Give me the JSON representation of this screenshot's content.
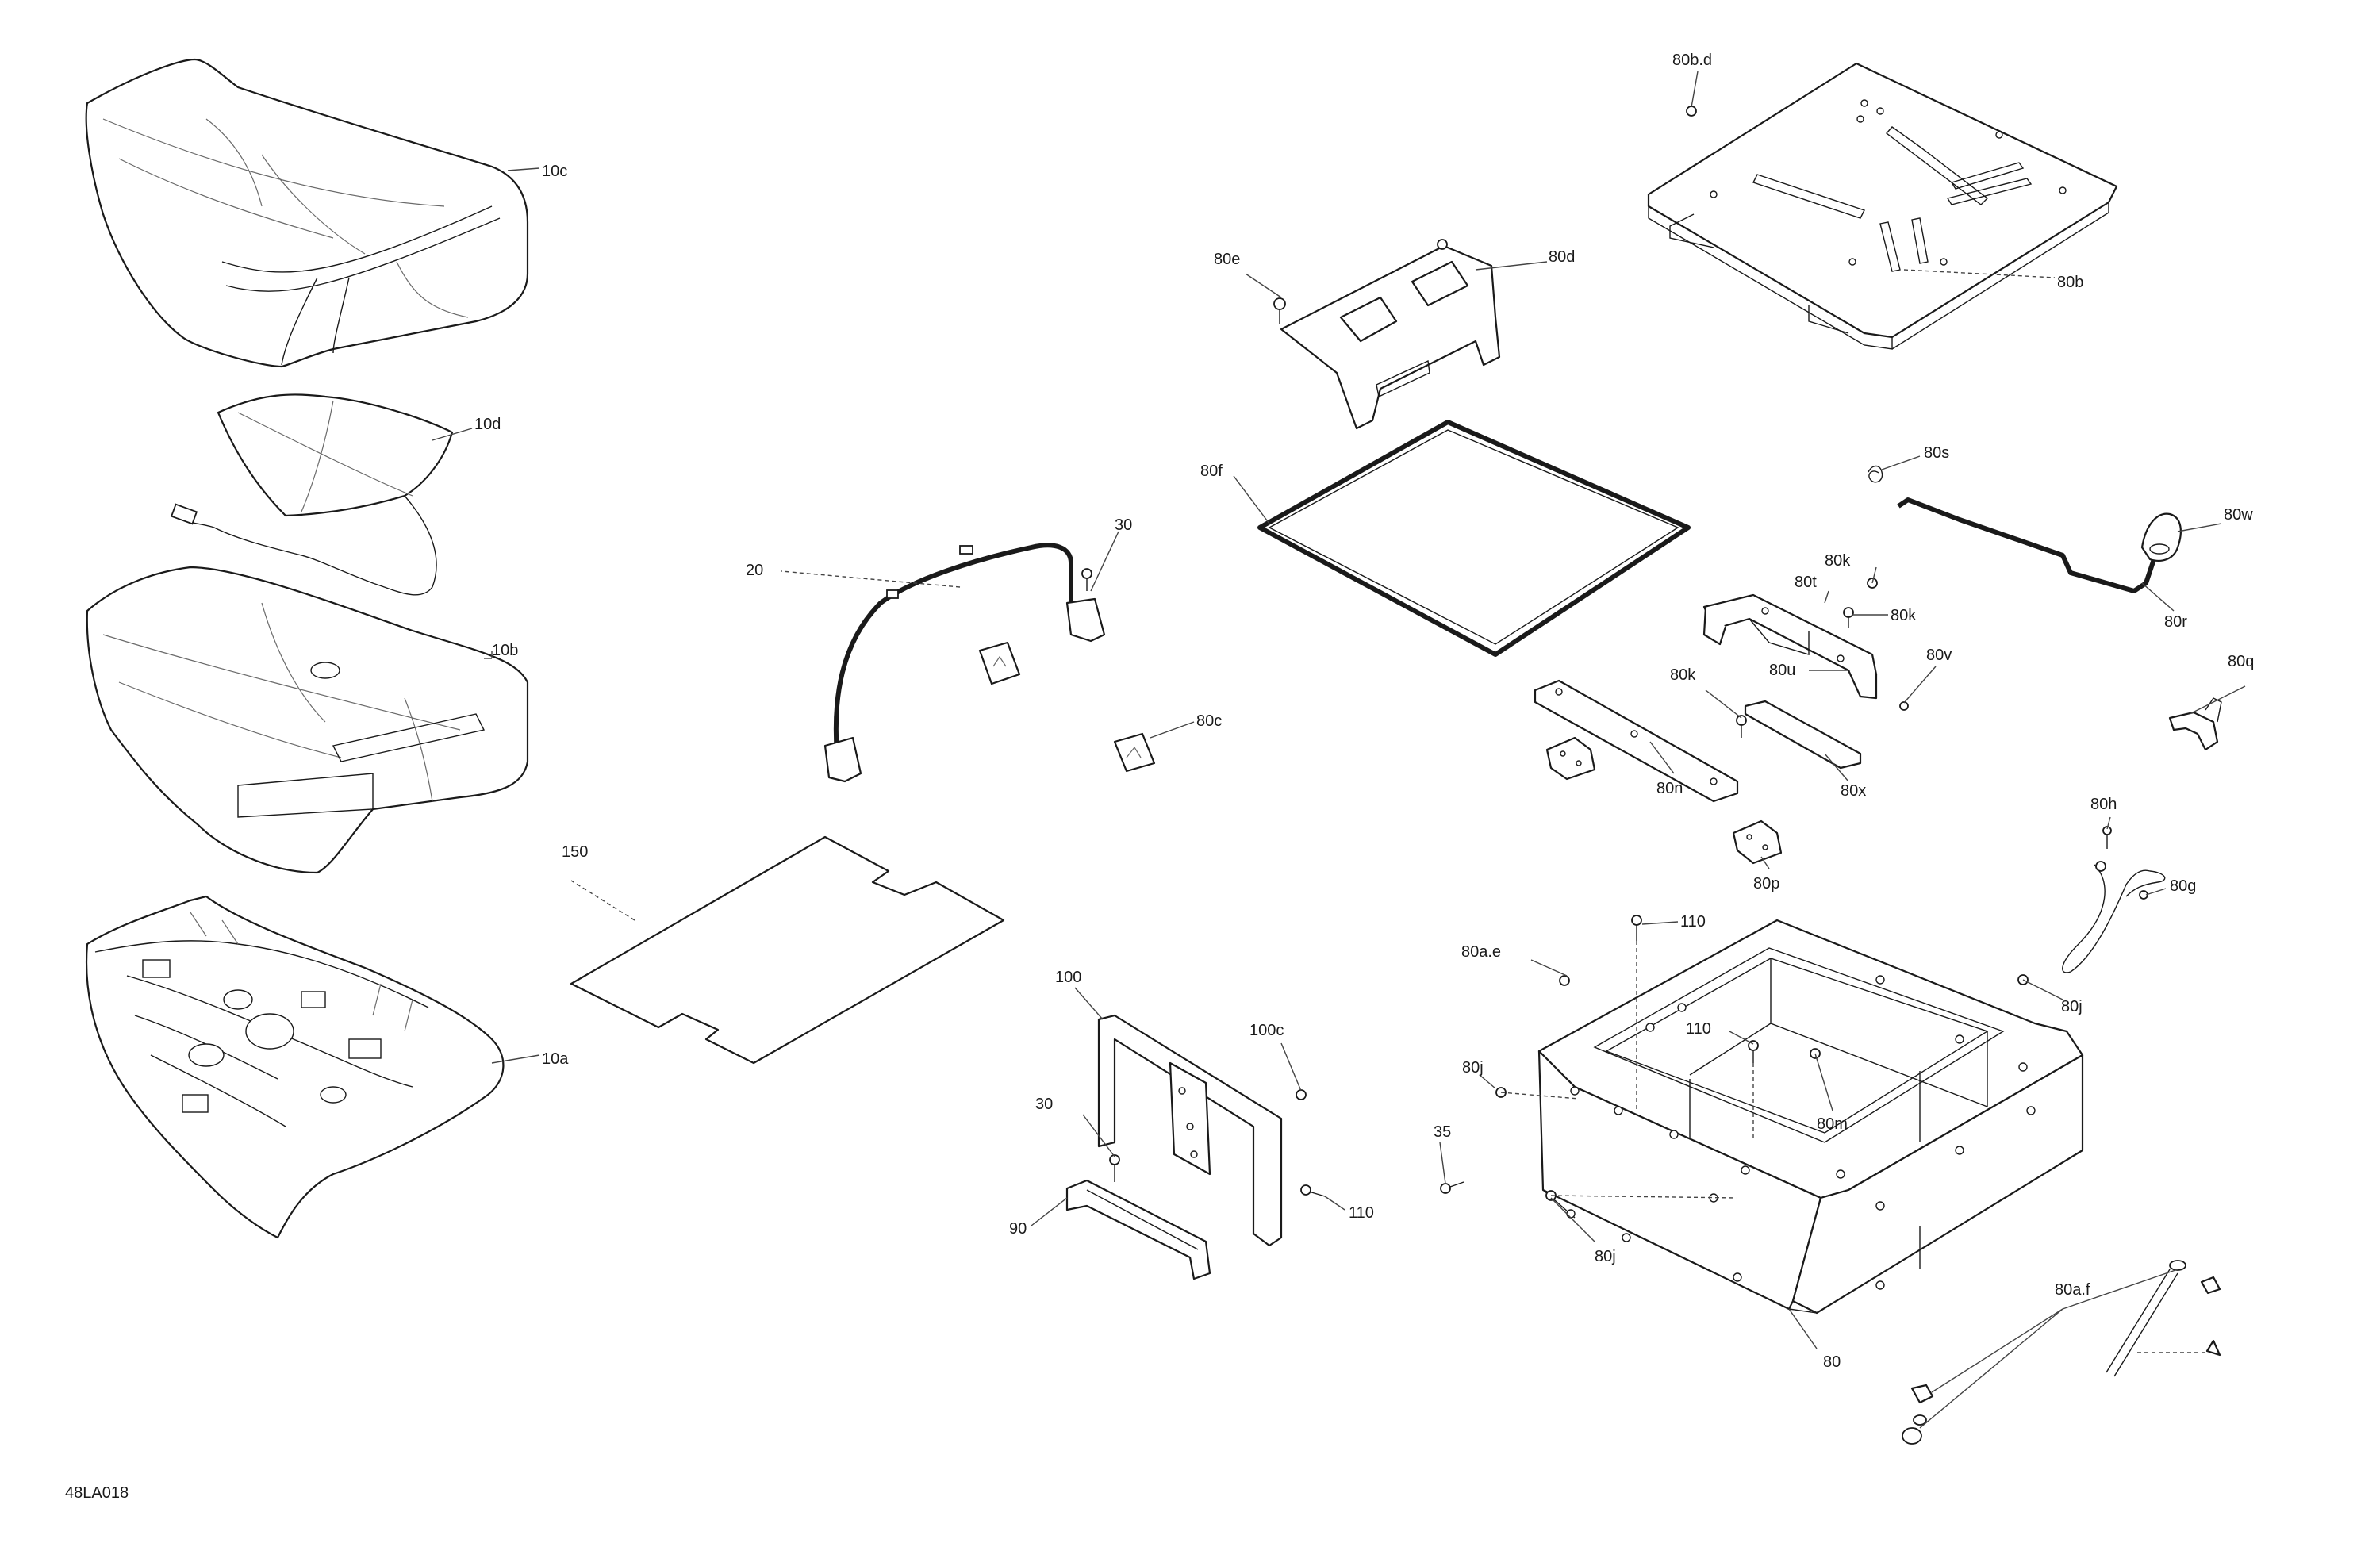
{
  "diagram_ref": "48LA018",
  "callouts": {
    "c10c": "10c",
    "c10d": "10d",
    "c10b": "10b",
    "c10a": "10a",
    "c20": "20",
    "c30a": "30",
    "c30b": "30",
    "c35": "35",
    "c80": "80",
    "c80ae": "80a.e",
    "c80af": "80a.f",
    "c80b": "80b",
    "c80bd": "80b.d",
    "c80c": "80c",
    "c80d": "80d",
    "c80e": "80e",
    "c80f": "80f",
    "c80g": "80g",
    "c80h": "80h",
    "c80j1": "80j",
    "c80j2": "80j",
    "c80j3": "80j",
    "c80k1": "80k",
    "c80k2": "80k",
    "c80k3": "80k",
    "c80m": "80m",
    "c80n": "80n",
    "c80p": "80p",
    "c80q": "80q",
    "c80r": "80r",
    "c80s": "80s",
    "c80t": "80t",
    "c80u": "80u",
    "c80v": "80v",
    "c80w": "80w",
    "c80x": "80x",
    "c90": "90",
    "c100": "100",
    "c100c": "100c",
    "c110a": "110",
    "c110b": "110",
    "c110c": "110",
    "c150": "150"
  }
}
